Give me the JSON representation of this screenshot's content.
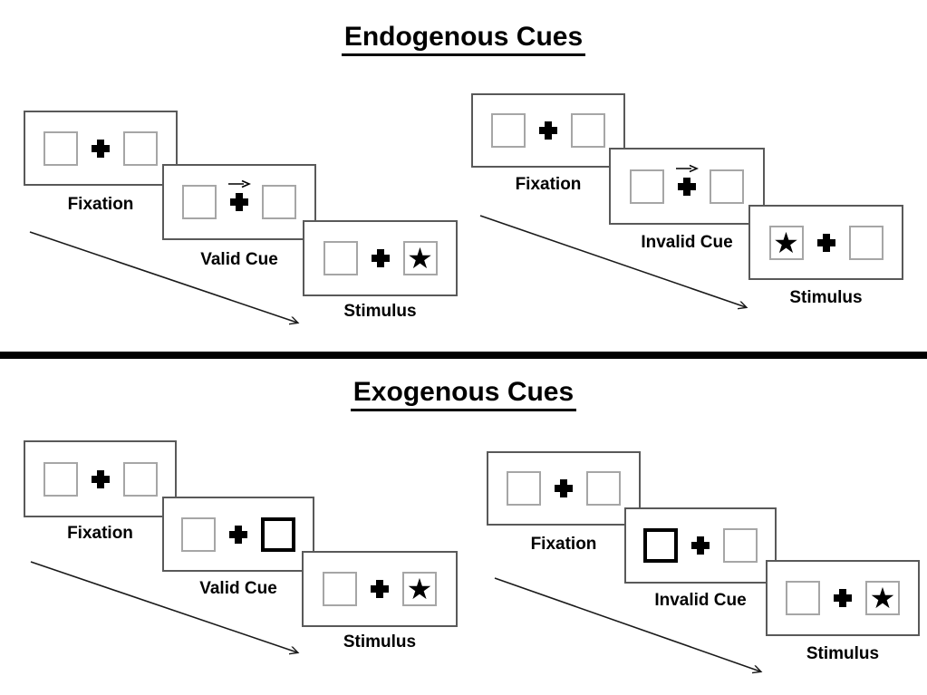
{
  "page": {
    "background": "#ffffff"
  },
  "glyphs": {
    "star": "★"
  },
  "colors": {
    "ink": "#000000",
    "panel_border": "#595959",
    "box_border": "#a6a6a6",
    "cue_highlight_border": "#000000",
    "divider": "#000000"
  },
  "sections": [
    {
      "title": "Endogenous Cues",
      "trials": [
        {
          "name": "valid",
          "cue_type": "central-arrow-right",
          "target_side": "right",
          "steps": [
            {
              "label": "Fixation"
            },
            {
              "label": "Valid Cue"
            },
            {
              "label": "Stimulus"
            }
          ]
        },
        {
          "name": "invalid",
          "cue_type": "central-arrow-right",
          "target_side": "left",
          "steps": [
            {
              "label": "Fixation"
            },
            {
              "label": "Invalid Cue"
            },
            {
              "label": "Stimulus"
            }
          ]
        }
      ]
    },
    {
      "title": "Exogenous Cues",
      "trials": [
        {
          "name": "valid",
          "cue_type": "peripheral-box-right",
          "target_side": "right",
          "steps": [
            {
              "label": "Fixation"
            },
            {
              "label": "Valid Cue"
            },
            {
              "label": "Stimulus"
            }
          ]
        },
        {
          "name": "invalid",
          "cue_type": "peripheral-box-left",
          "target_side": "right",
          "steps": [
            {
              "label": "Fixation"
            },
            {
              "label": "Invalid Cue"
            },
            {
              "label": "Stimulus"
            }
          ]
        }
      ]
    }
  ]
}
